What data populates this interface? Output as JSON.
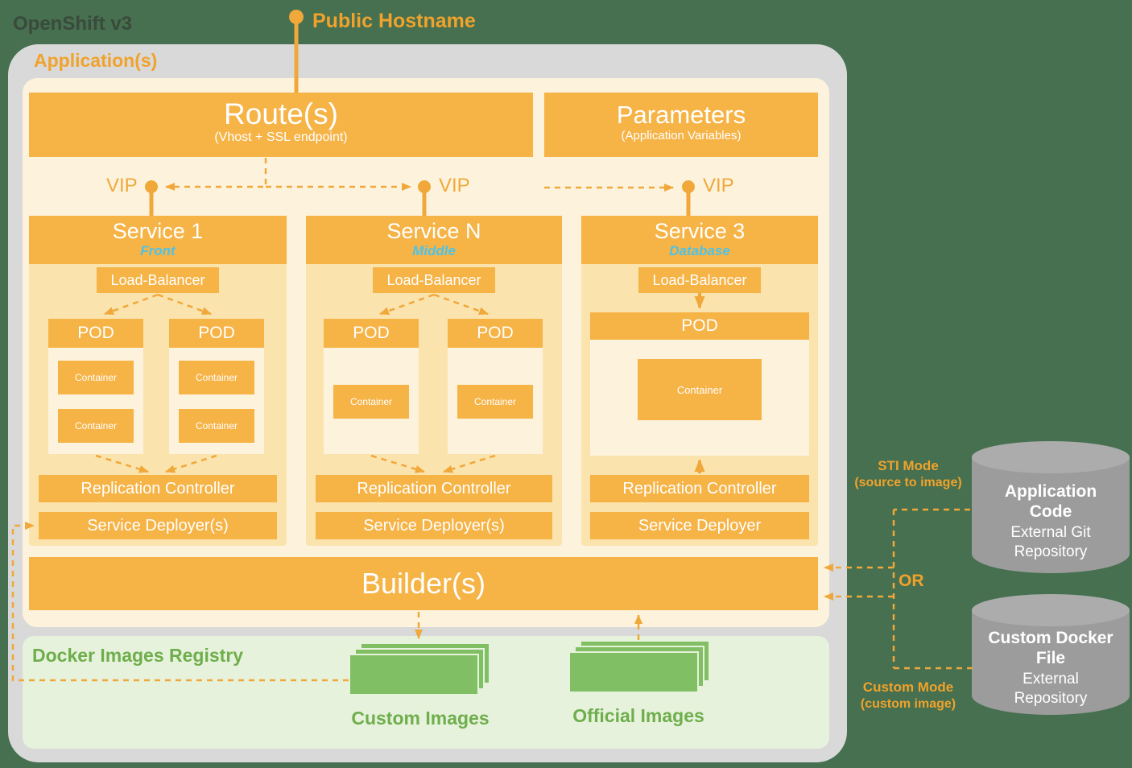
{
  "colors": {
    "background_green": "#46704F",
    "container_gray": "#D9D9D9",
    "panel_cream": "#FDF3DD",
    "panel_amber": "#FBE3AD",
    "accent_orange": "#F6B346",
    "line_orange": "#F0A83A",
    "tier_blue": "#4EC3E8",
    "registry_green_bg": "#E6F2DB",
    "green_text": "#6FAE4C",
    "image_green": "#80BF63",
    "cylinder_gray": "#9C9C9C"
  },
  "header": {
    "title": "OpenShift v3",
    "public_hostname": "Public Hostname"
  },
  "application": {
    "label": "Application(s)",
    "routes": {
      "title": "Route(s)",
      "subtitle": "(Vhost + SSL endpoint)"
    },
    "parameters": {
      "title": "Parameters",
      "subtitle": "(Application Variables)"
    },
    "vip": "VIP",
    "services": [
      {
        "name": "Service 1",
        "tier": "Front",
        "load_balancer": "Load-Balancer",
        "replication_controller": "Replication Controller",
        "deployer": "Service Deployer(s)",
        "pods": [
          {
            "label": "POD",
            "containers": [
              "Container",
              "Container"
            ]
          },
          {
            "label": "POD",
            "containers": [
              "Container",
              "Container"
            ]
          }
        ]
      },
      {
        "name": "Service N",
        "tier": "Middle",
        "load_balancer": "Load-Balancer",
        "replication_controller": "Replication Controller",
        "deployer": "Service Deployer(s)",
        "pods": [
          {
            "label": "POD",
            "containers": [
              "Container"
            ]
          },
          {
            "label": "POD",
            "containers": [
              "Container"
            ]
          }
        ]
      },
      {
        "name": "Service 3",
        "tier": "Database",
        "load_balancer": "Load-Balancer",
        "replication_controller": "Replication Controller",
        "deployer": "Service Deployer",
        "pods": [
          {
            "label": "POD",
            "containers": [
              "Container"
            ]
          }
        ]
      }
    ],
    "builders": "Builder(s)"
  },
  "registry": {
    "title": "Docker Images Registry",
    "custom_images_label": "Custom Images",
    "official_images_label": "Official Images"
  },
  "external": {
    "sti_mode": {
      "line1": "STI Mode",
      "line2": "(source to image)"
    },
    "or_label": "OR",
    "custom_mode": {
      "line1": "Custom Mode",
      "line2": "(custom image)"
    },
    "application_code": {
      "title": "Application Code",
      "subtitle": "External Git Repository"
    },
    "custom_docker_file": {
      "title": "Custom Docker File",
      "subtitle": "External Repository"
    }
  }
}
